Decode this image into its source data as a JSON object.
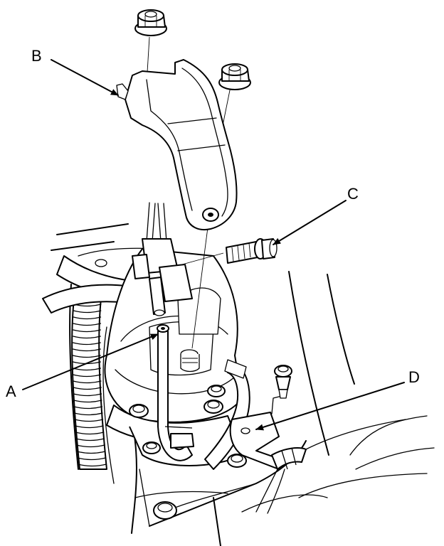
{
  "callouts": {
    "a": "A",
    "b": "B",
    "c": "C",
    "d": "D"
  },
  "colors": {
    "ink": "#000000",
    "background": "#ffffff"
  }
}
